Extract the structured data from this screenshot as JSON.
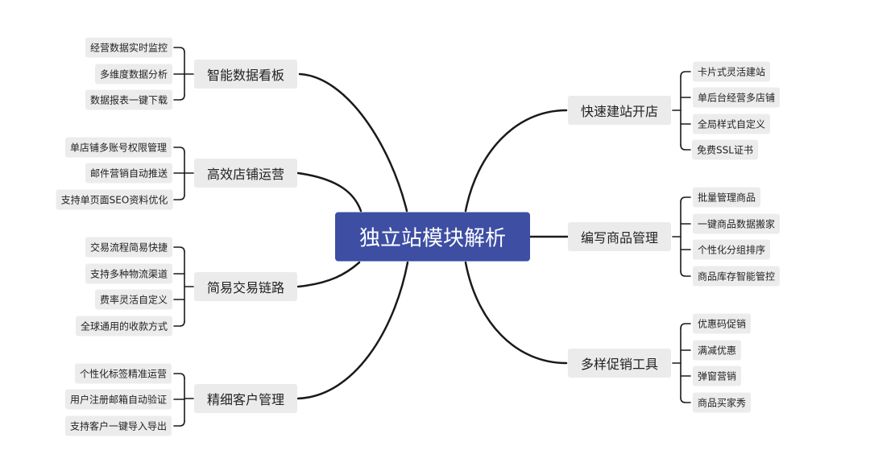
{
  "root": {
    "label": "独立站模块解析"
  },
  "branches": {
    "b0": {
      "label": "智能数据看板",
      "children": [
        "经营数据实时监控",
        "多维度数据分析",
        "数据报表一键下载"
      ]
    },
    "b1": {
      "label": "高效店铺运营",
      "children": [
        "单店铺多账号权限管理",
        "邮件营销自动推送",
        "支持单页面SEO资料优化"
      ]
    },
    "b2": {
      "label": "简易交易链路",
      "children": [
        "交易流程简易快捷",
        "支持多种物流渠道",
        "费率灵活自定义",
        "全球通用的收款方式"
      ]
    },
    "b3": {
      "label": "精细客户管理",
      "children": [
        "个性化标签精准运营",
        "用户注册邮箱自动验证",
        "支持客户一键导入导出"
      ]
    },
    "b4": {
      "label": "快速建站开店",
      "children": [
        "卡片式灵活建站",
        "单后台经营多店铺",
        "全局样式自定义",
        "免费SSL证书"
      ]
    },
    "b5": {
      "label": "编写商品管理",
      "children": [
        "批量管理商品",
        "一键商品数据搬家",
        "个性化分组排序",
        "商品库存智能管控"
      ]
    },
    "b6": {
      "label": "多样促销工具",
      "children": [
        "优惠码促销",
        "满减优惠",
        "弹窗营销",
        "商品买家秀"
      ]
    }
  },
  "colors": {
    "root_fill": "#3d4ea3",
    "node_fill": "#ebebeb",
    "line": "#1a1a1a"
  }
}
